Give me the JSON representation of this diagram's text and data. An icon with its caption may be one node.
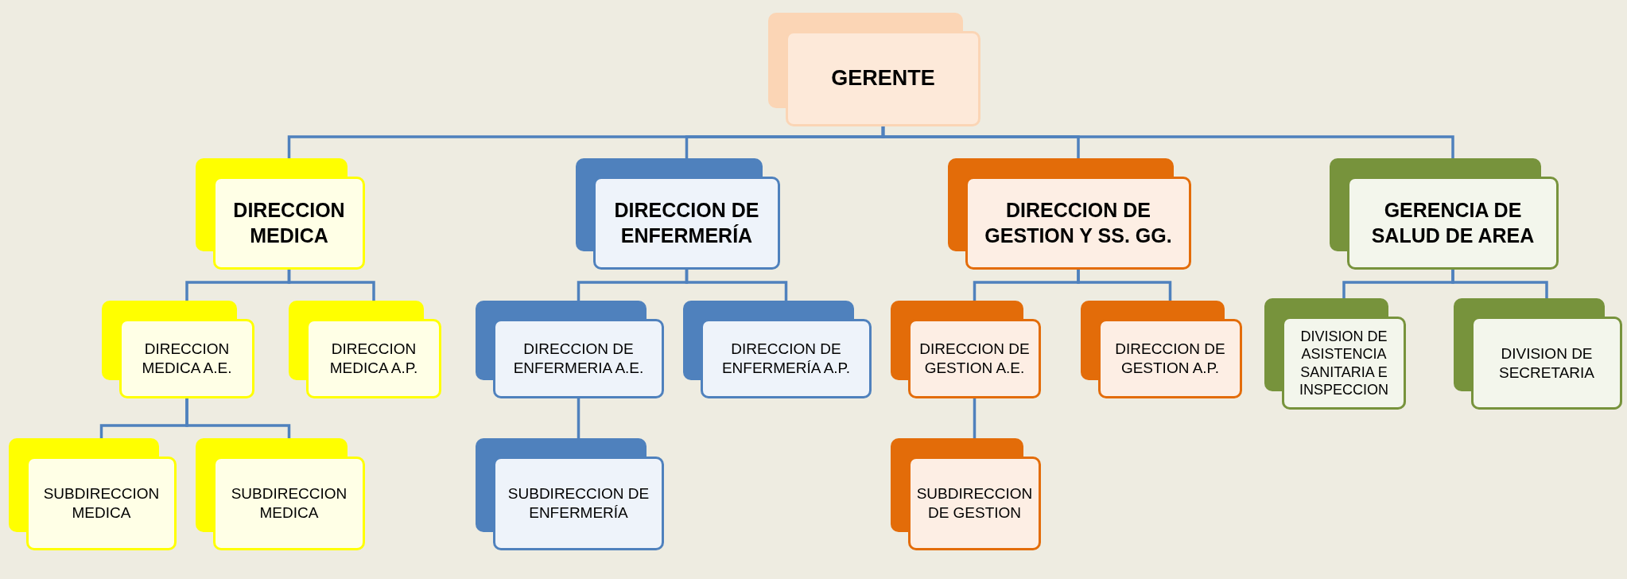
{
  "diagram": {
    "nodes": [
      {
        "text": [
          "GERENTE"
        ]
      },
      {
        "text": [
          "DIRECCION MEDICA"
        ]
      },
      {
        "text": [
          "DIRECCION DE ENFERMERÍA"
        ]
      },
      {
        "text": [
          "DIRECCION DE GESTION Y SS. GG."
        ]
      },
      {
        "text": [
          "GERENCIA DE SALUD DE AREA"
        ]
      },
      {
        "text": [
          "DIRECCION MEDICA A.E."
        ]
      },
      {
        "text": [
          "DIRECCION MEDICA A.P."
        ]
      },
      {
        "text": [
          "DIRECCION DE ENFERMERIA A.E."
        ]
      },
      {
        "text": [
          "DIRECCION DE ENFERMERÍA A.P."
        ]
      },
      {
        "text": [
          "DIRECCION DE GESTION A.E."
        ]
      },
      {
        "text": [
          "DIRECCION DE GESTION A.P."
        ]
      },
      {
        "text": [
          "DIVISION DE ASISTENCIA SANITARIA E INSPECCION"
        ]
      },
      {
        "text": [
          "DIVISION DE SECRETARIA"
        ]
      },
      {
        "text": [
          "SUBDIRECCION MEDICA"
        ]
      },
      {
        "text": [
          "SUBDIRECCION MEDICA"
        ]
      },
      {
        "text": [
          "SUBDIRECCION DE ENFERMERÍA"
        ]
      },
      {
        "text": [
          "SUBDIRECCION DE GESTION"
        ]
      }
    ],
    "edges": [
      {
        "from": 0,
        "to": 1,
        "arrow": "none"
      },
      {
        "from": 0,
        "to": 2,
        "arrow": "none"
      },
      {
        "from": 0,
        "to": 3,
        "arrow": "none"
      },
      {
        "from": 0,
        "to": 4,
        "arrow": "none"
      },
      {
        "from": 1,
        "to": 5,
        "arrow": "none"
      },
      {
        "from": 1,
        "to": 6,
        "arrow": "none"
      },
      {
        "from": 2,
        "to": 7,
        "arrow": "none"
      },
      {
        "from": 2,
        "to": 8,
        "arrow": "none"
      },
      {
        "from": 3,
        "to": 9,
        "arrow": "none"
      },
      {
        "from": 3,
        "to": 10,
        "arrow": "none"
      },
      {
        "from": 4,
        "to": 11,
        "arrow": "none"
      },
      {
        "from": 4,
        "to": 12,
        "arrow": "none"
      },
      {
        "from": 5,
        "to": 13,
        "arrow": "none"
      },
      {
        "from": 5,
        "to": 14,
        "arrow": "none"
      },
      {
        "from": 7,
        "to": 15,
        "arrow": "none"
      },
      {
        "from": 9,
        "to": 16,
        "arrow": "none"
      }
    ]
  }
}
